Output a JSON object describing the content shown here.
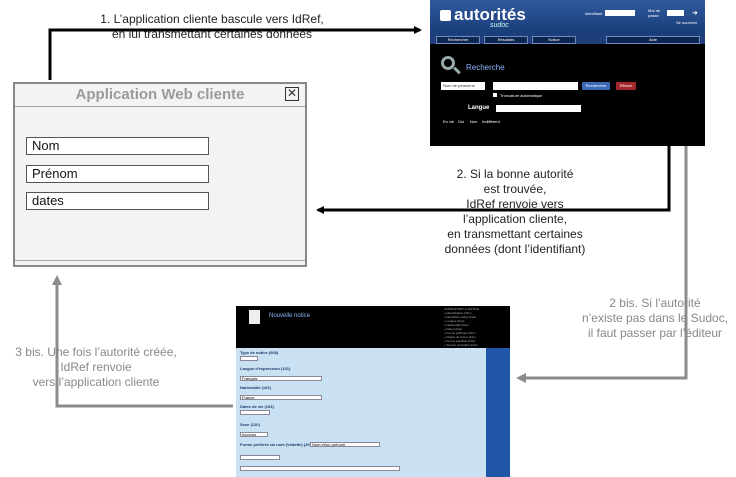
{
  "client_window": {
    "title": "Application Web cliente",
    "close": "✕",
    "fields": [
      "Nom",
      "Prénom",
      "dates"
    ]
  },
  "idref": {
    "logo_text": "autorités",
    "logo_sub": "sudoc",
    "login_label": "Identifiant",
    "password_label": "Mot de passe",
    "remember_label": "Se souvenir",
    "tabs": [
      "Rechercher",
      "Résultats",
      "Notice",
      "Aide"
    ],
    "search_title": "Recherche",
    "search_select": "Nom de personne",
    "search_button": "Rechercher",
    "clear_button": "Effacer",
    "truncation": "Troncature automatique",
    "language_label": "Langue",
    "alive_label": "En vie",
    "alive_options": [
      "Oui",
      "Non",
      "Indifférent"
    ]
  },
  "notice": {
    "title": "Nouvelle notice",
    "side_list": [
      "COMPLETER LA NOTICE",
      "» Identification (Obl.)",
      "» Identifiant codes (Fac)",
      "» Langue (Fac)",
      "» Nationalité (Fac)",
      "» Dates (Fac)",
      "» Forme préférée (Obl.)",
      "» Rejeté de forme (Fac)",
      "» Forme parallèle (Fac)",
      "» Source consultée (Fac)"
    ],
    "sections": [
      "Type de notice (008)",
      "Langue d'expression (101)",
      "Nationalité (102)",
      "Dates de vie (103)",
      "Sexe (120)",
      "Forme préférée du nom (Vedette) (200)"
    ],
    "values": [
      "Français",
      "France",
      "Inconnu",
      "Nom et/ou prénom"
    ]
  },
  "annotations": {
    "step1": [
      "1. L’application cliente bascule vers IdRef,",
      "en lui transmettant certaines données"
    ],
    "step2": [
      "2. Si la bonne autorité",
      "est trouvée,",
      "IdRef renvoie vers",
      "l’application cliente,",
      "en transmettant certaines",
      "données (dont l’identifiant)"
    ],
    "step2bis": [
      "2 bis. Si l’autorité",
      "n’existe pas dans le Sudoc,",
      "il faut passer par l’éditeur"
    ],
    "step3bis": [
      "3 bis. Une fois l’autorité créée,",
      "IdRef renvoie",
      "vers l’application cliente"
    ]
  },
  "colors": {
    "black_arrow": "#000000",
    "gray_arrow": "#8c8c8c",
    "idref_blue": "#1a3c78"
  }
}
